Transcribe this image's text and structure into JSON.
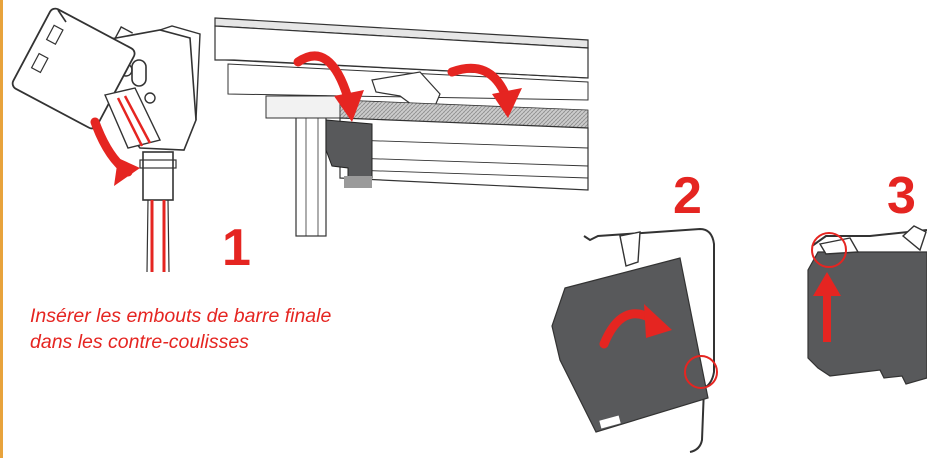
{
  "colors": {
    "accent_red": "#e52521",
    "rule_orange": "#e8a33c",
    "dark_gray": "#58595b",
    "mid_gray": "#9a9a9a",
    "light_gray": "#d9d9d9",
    "outline": "#333333"
  },
  "steps": [
    {
      "number": "1"
    },
    {
      "number": "2"
    },
    {
      "number": "3"
    }
  ],
  "instruction": {
    "line1": "Insérer les embouts de barre finale",
    "line2": "dans les contre-coulisses"
  },
  "icons": [
    "curved-arrow-icon",
    "up-arrow-icon",
    "highlight-circle-icon"
  ]
}
